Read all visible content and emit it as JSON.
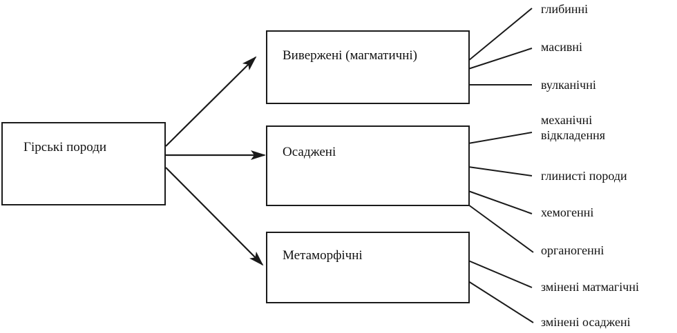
{
  "root": {
    "label": "Гірські породи"
  },
  "categories": [
    {
      "label": "Виверженi (магматичнi)",
      "children": [
        "глибинні",
        "масивні",
        "вулканічні"
      ]
    },
    {
      "label": "Осадженi",
      "children": [
        "механічні відкладення",
        "глинисті породи",
        "хемогенні",
        "органогенні"
      ]
    },
    {
      "label": "Метаморфічні",
      "children": [
        "змінені матмагічні",
        "змінені осаджені"
      ]
    }
  ],
  "leaf_text": {
    "hlybynni": "глибинні",
    "masyvni": "масивні",
    "vulkanichni": "вулканічні",
    "mekhanichni_line1": "механічні",
    "mekhanichni_line2": "відкладення",
    "hlynysti": "глинисті породи",
    "khemohenni": "хемогенні",
    "orhanohenni": "органогенні",
    "zmineni_matmahichni": "змінені матмагічні",
    "zmineni_osadzheni": "змінені осаджені"
  },
  "colors": {
    "line": "#1a1a1a",
    "background": "#ffffff"
  }
}
